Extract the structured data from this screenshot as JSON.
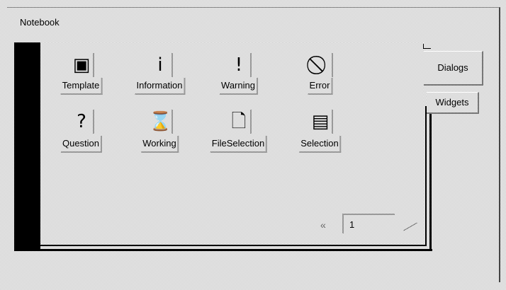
{
  "title": "Notebook",
  "tabs": [
    {
      "label": "Dialogs"
    },
    {
      "label": "Widgets"
    }
  ],
  "buttons": [
    {
      "label": "Template",
      "icon": "template-icon",
      "glyph": "▣"
    },
    {
      "label": "Information",
      "icon": "information-icon",
      "glyph": "i"
    },
    {
      "label": "Warning",
      "icon": "warning-icon",
      "glyph": "!"
    },
    {
      "label": "Error",
      "icon": "error-icon",
      "glyph": "⃠"
    },
    {
      "label": "Question",
      "icon": "question-icon",
      "glyph": "?"
    },
    {
      "label": "Working",
      "icon": "hourglass-icon",
      "glyph": "⌛"
    },
    {
      "label": "FileSelection",
      "icon": "file-selection-icon",
      "glyph": "🗋"
    },
    {
      "label": "Selection",
      "icon": "selection-icon",
      "glyph": "▤"
    }
  ],
  "page_scroller": {
    "value": "1",
    "arrow": "«"
  }
}
